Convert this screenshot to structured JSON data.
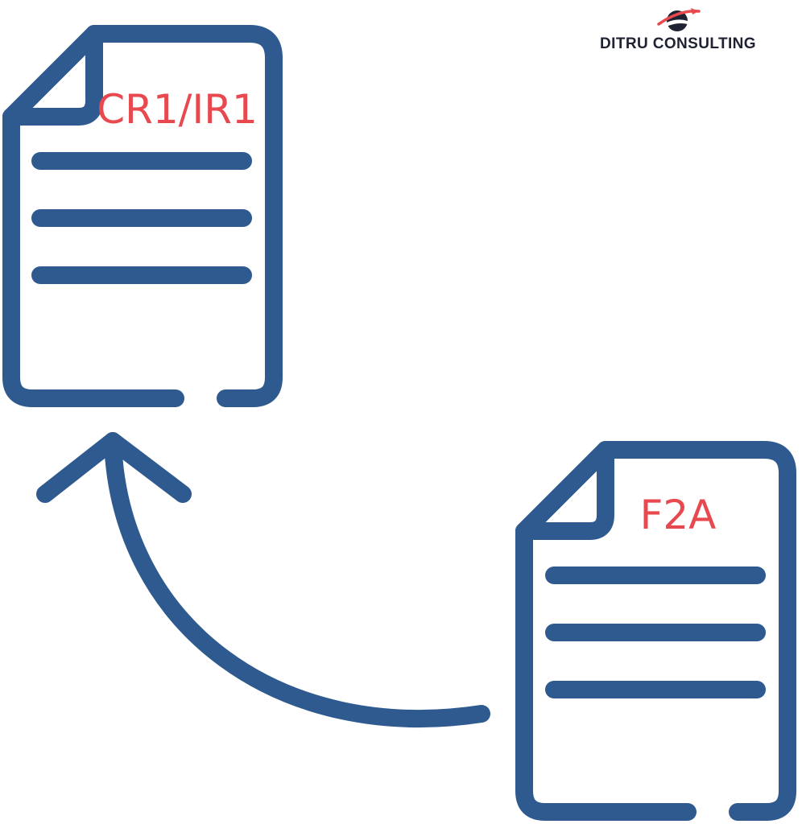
{
  "brand": {
    "name": "DITRU CONSULTING",
    "logo_icon": "globe-with-plane-icon"
  },
  "documents": {
    "source": {
      "label": "F2A"
    },
    "target": {
      "label": "CR1/IR1"
    }
  },
  "colors": {
    "stroke": "#2f5a8f",
    "label": "#e8494f",
    "brand_text": "#1f2233",
    "brand_accent": "#e8494f"
  }
}
